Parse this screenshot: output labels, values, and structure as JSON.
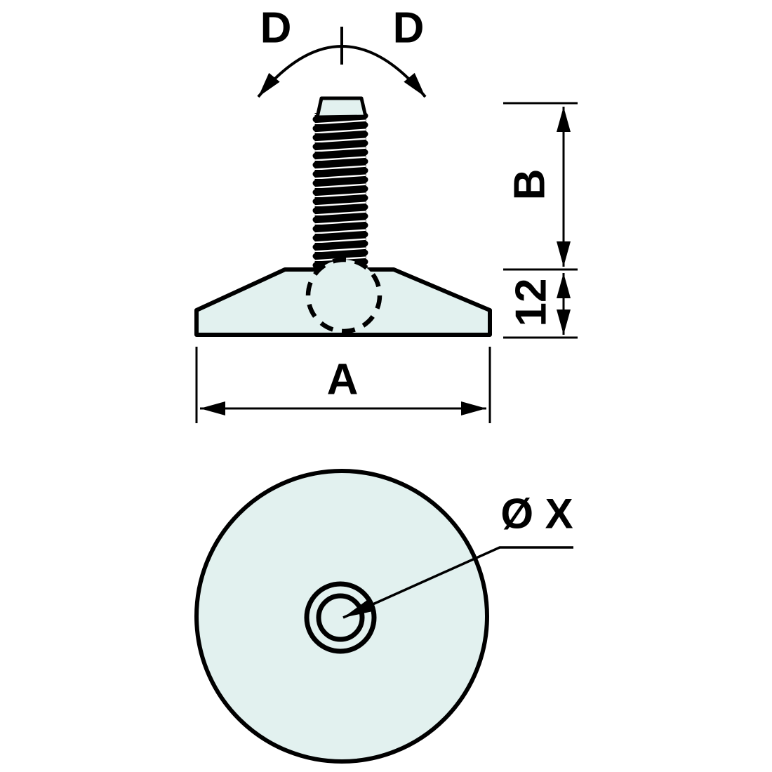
{
  "labels": {
    "rotation_left": "D",
    "rotation_right": "D",
    "thread_length": "B",
    "base_thickness": "12",
    "base_width": "A",
    "hole_diameter": "Ø X"
  },
  "colors": {
    "fill": "#e2f1ef",
    "line": "#000000",
    "background": "#ffffff"
  }
}
